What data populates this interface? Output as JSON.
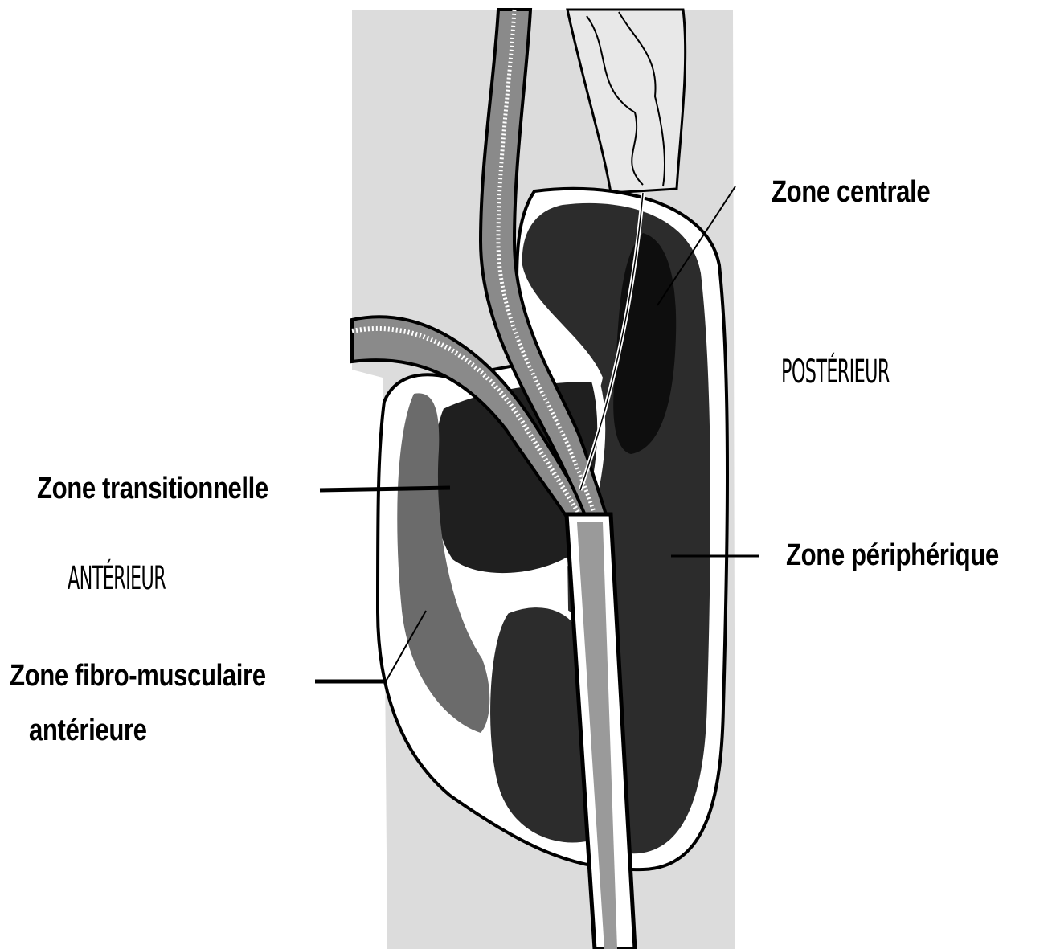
{
  "labels": {
    "zone_centrale": "Zone centrale",
    "posterieur": "POSTÉRIEUR",
    "zone_transitionnelle": "Zone transitionnelle",
    "anterieur": "ANTÉRIEUR",
    "zone_peripherique": "Zone périphérique",
    "zone_fibro_line1": "Zone fibro-musculaire",
    "zone_fibro_line2": "antérieure"
  },
  "colors": {
    "background": "#ffffff",
    "tissue_light": "#dcdcdc",
    "zone_dark": "#2c2c2c",
    "zone_central": "#0e0e0e",
    "fibromuscular": "#6b6b6b",
    "outline": "#000000"
  }
}
